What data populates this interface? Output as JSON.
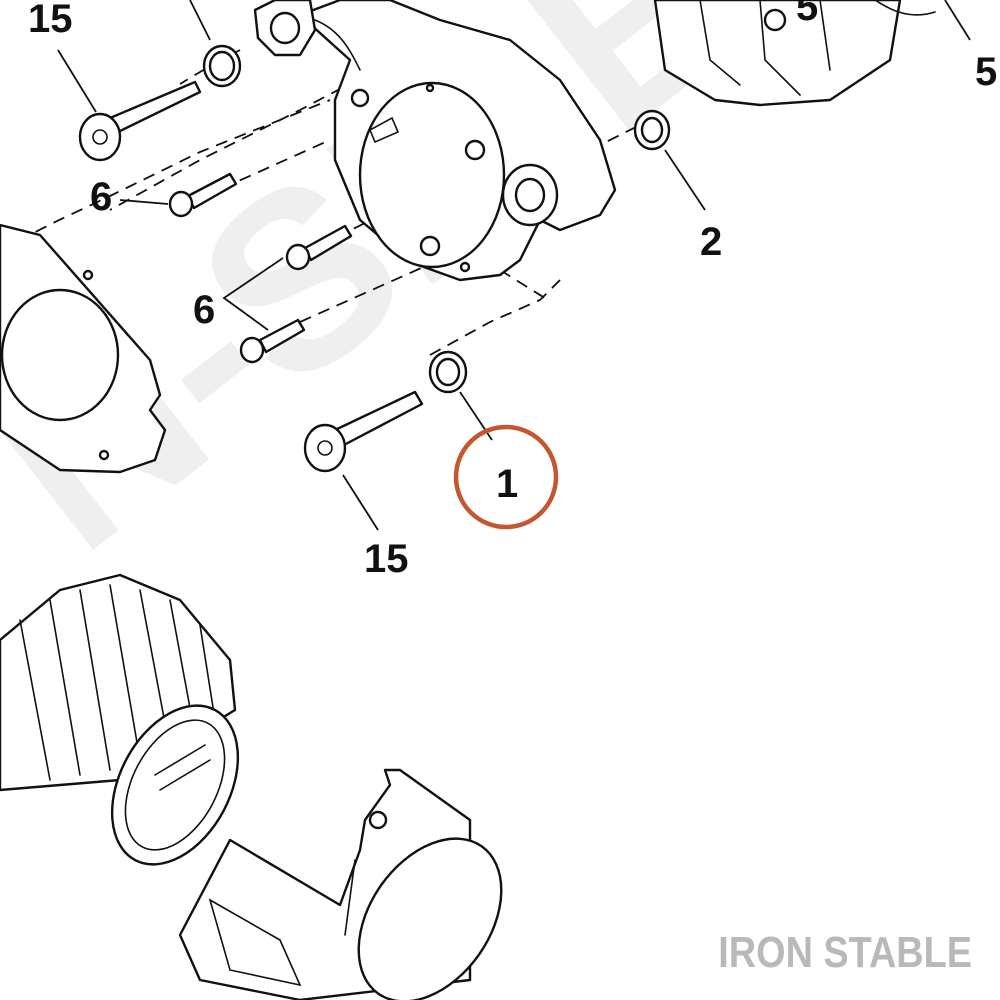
{
  "diagram": {
    "callouts": {
      "top_left_15": "15",
      "top_right_5_a": "5",
      "top_right_5_b": "5",
      "label_2": "2",
      "label_6_upper": "6",
      "label_6_lower": "6",
      "label_1": "1",
      "label_15_bottom": "15"
    },
    "highlight": {
      "callout": "1",
      "ring_color": "#c4572f"
    },
    "colors": {
      "line": "#111111",
      "brand_gray": "#b9b9b9"
    }
  },
  "watermark": {
    "text": "N-SIDE"
  },
  "brand": {
    "name": "IRON STABLE"
  }
}
